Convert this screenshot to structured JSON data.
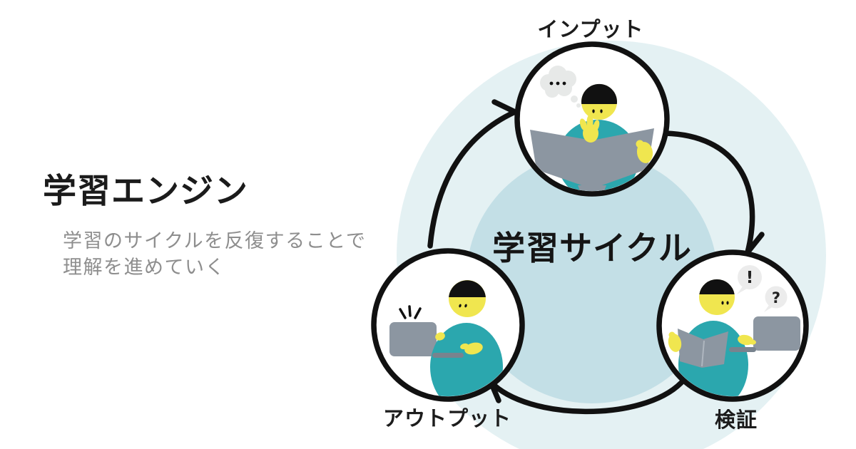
{
  "header": {
    "title": "学習エンジン",
    "subtitle_line1": "学習のサイクルを反復することで",
    "subtitle_line2": "理解を進めていく"
  },
  "diagram": {
    "center_label": "学習サイクル",
    "nodes": {
      "input": {
        "label": "インプット",
        "position": "top",
        "scene": "person reading an open book with thought cloud"
      },
      "verification": {
        "label": "検証",
        "position": "bottom-right",
        "scene": "person comparing notes with laptop, ! and ? bubbles"
      },
      "output": {
        "label": "アウトプット",
        "position": "bottom-left",
        "scene": "person typing on laptop"
      }
    },
    "flow": [
      "インプット",
      "検証",
      "アウトプット"
    ],
    "bubbles": {
      "exclamation": "!",
      "question": "?"
    },
    "colors": {
      "outer_ring": "#e4f1f3",
      "inner_ring": "#c3dfe6",
      "figure_teal": "#2ba7ae",
      "figure_yellow": "#f0e64f",
      "object_gray": "#8c96a1",
      "object_gray_dark": "#78838e",
      "cloud_gray": "#e7e9e8",
      "bubble_gray": "#ececec",
      "line_black": "#111111",
      "title_text": "#1b1b1b",
      "subtitle_text": "#8e8e8e"
    }
  }
}
